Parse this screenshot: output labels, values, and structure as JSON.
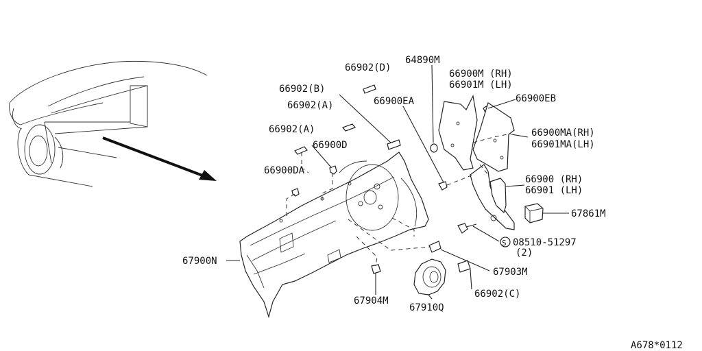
{
  "labels": {
    "p66902D": "66902(D)",
    "p64890M": "64890M",
    "p66900M": "66900M (RH)",
    "p66901M": "66901M (LH)",
    "p66902B": "66902(B)",
    "p66902A1": "66902(A)",
    "p66900EA": "66900EA",
    "p66900EB": "66900EB",
    "p66902A2": "66902(A)",
    "p66900D": "66900D",
    "p66900MA": "66900MA(RH)",
    "p66901MA": "66901MA(LH)",
    "p66900DA": "66900DA",
    "p66900": "66900 (RH)",
    "p66901": "66901 (LH)",
    "p67861M": "67861M",
    "p67900N": "67900N",
    "p08510": "08510-51297",
    "p08510qty": "(2)",
    "p08510sym": "S",
    "p67903M": "67903M",
    "p67904M": "67904M",
    "p67910Q": "67910Q",
    "p66902C": "66902(C)",
    "figure_code": "A678*0112"
  }
}
